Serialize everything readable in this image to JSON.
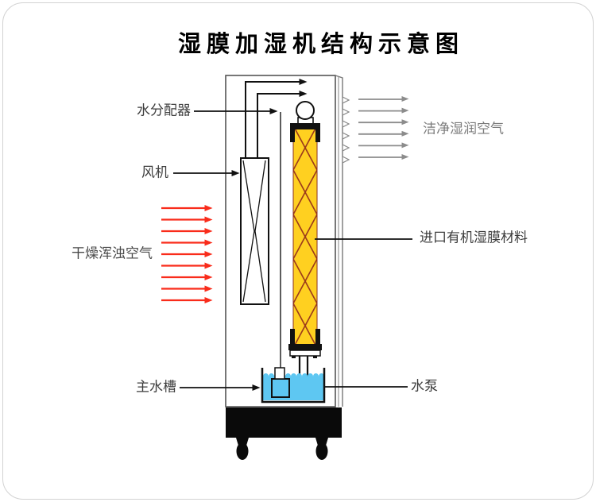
{
  "title": "湿膜加湿机结构示意图",
  "labels": {
    "water_distributor": "水分配器",
    "fan": "风机",
    "dry_dirty_air": "干燥浑浊空气",
    "main_water_tank": "主水槽",
    "clean_moist_air": "洁净湿润空气",
    "imported_membrane": "进口有机湿膜材料",
    "water_pump": "水泵"
  },
  "airflow": {
    "intake": {
      "count": 9,
      "direction": "right",
      "meaning": "dry dirty air in"
    },
    "outlet": {
      "count": 6,
      "direction": "right",
      "meaning": "clean moist air out"
    }
  },
  "colors": {
    "membrane_yellow": "#FFD020",
    "membrane_lattice": "#9B3A1B",
    "water_blue": "#5EC7F2",
    "intake_arrow": "#F92C1B",
    "outlet_arrow": "#8C8C8C",
    "line_black": "#111111",
    "base_black": "#0A0A0A"
  }
}
